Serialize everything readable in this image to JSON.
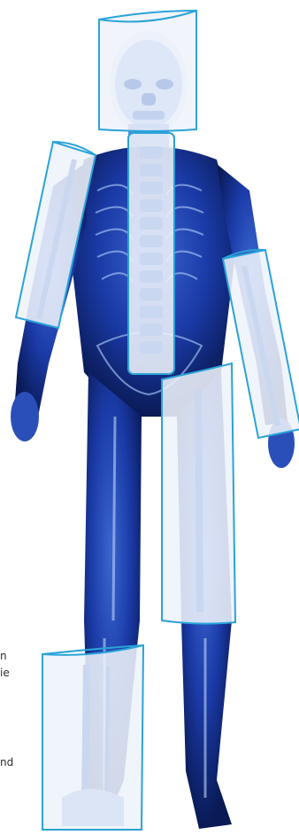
{
  "text_fragments": [
    "n",
    "ie",
    "nd"
  ],
  "colors": {
    "body_dark": "#0b1d5c",
    "body_mid": "#1f44b5",
    "body_light": "#6ea0e8",
    "bone": "#eef2fa",
    "region_outline": "#2aa3d8",
    "background": "#ffffff"
  },
  "regions": [
    "head",
    "spine",
    "left-arm",
    "right-forearm",
    "right-thigh",
    "left-lower-leg"
  ]
}
